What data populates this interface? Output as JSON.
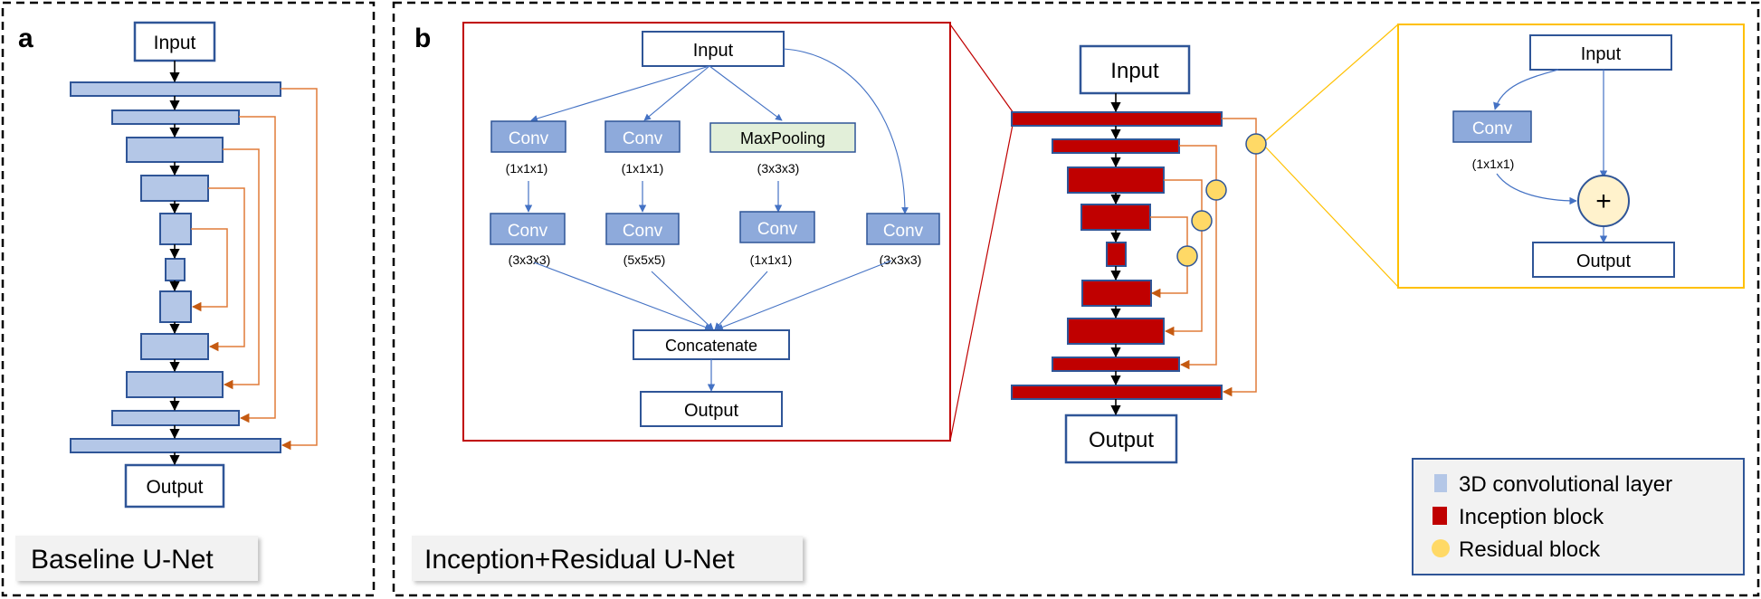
{
  "panel_a": {
    "letter": "a",
    "input": "Input",
    "output": "Output",
    "caption": "Baseline U-Net"
  },
  "panel_b": {
    "letter": "b",
    "caption": "Inception+Residual U-Net",
    "input": "Input",
    "output": "Output",
    "inception_detail": {
      "input": "Input",
      "conv_label": "Conv",
      "maxpool_label": "MaxPooling",
      "concatenate": "Concatenate",
      "output": "Output",
      "row1_kernels": [
        "(1x1x1)",
        "(1x1x1)",
        "(3x3x3)"
      ],
      "row2_kernels": [
        "(3x3x3)",
        "(5x5x5)",
        "(1x1x1)",
        "(3x3x3)"
      ]
    },
    "residual_detail": {
      "input": "Input",
      "conv_label": "Conv",
      "kernel": "(1x1x1)",
      "plus": "+",
      "output": "Output"
    },
    "legend": [
      {
        "label": "3D convolutional layer",
        "color": "#b4c7e7"
      },
      {
        "label": "Inception block",
        "color": "#c00000"
      },
      {
        "label": "Residual block",
        "color": "#ffd966"
      }
    ]
  },
  "colors": {
    "conv_fill": "#b4c7e7",
    "conv_stroke": "#2f5597",
    "conv_blue": "#8eaadb",
    "inception_fill": "#c00000",
    "residual_fill": "#ffd966",
    "skip_arrow": "#e07b39",
    "red_frame": "#c00000",
    "yellow_frame": "#ffc000",
    "maxpool_fill": "#e2efd9"
  }
}
